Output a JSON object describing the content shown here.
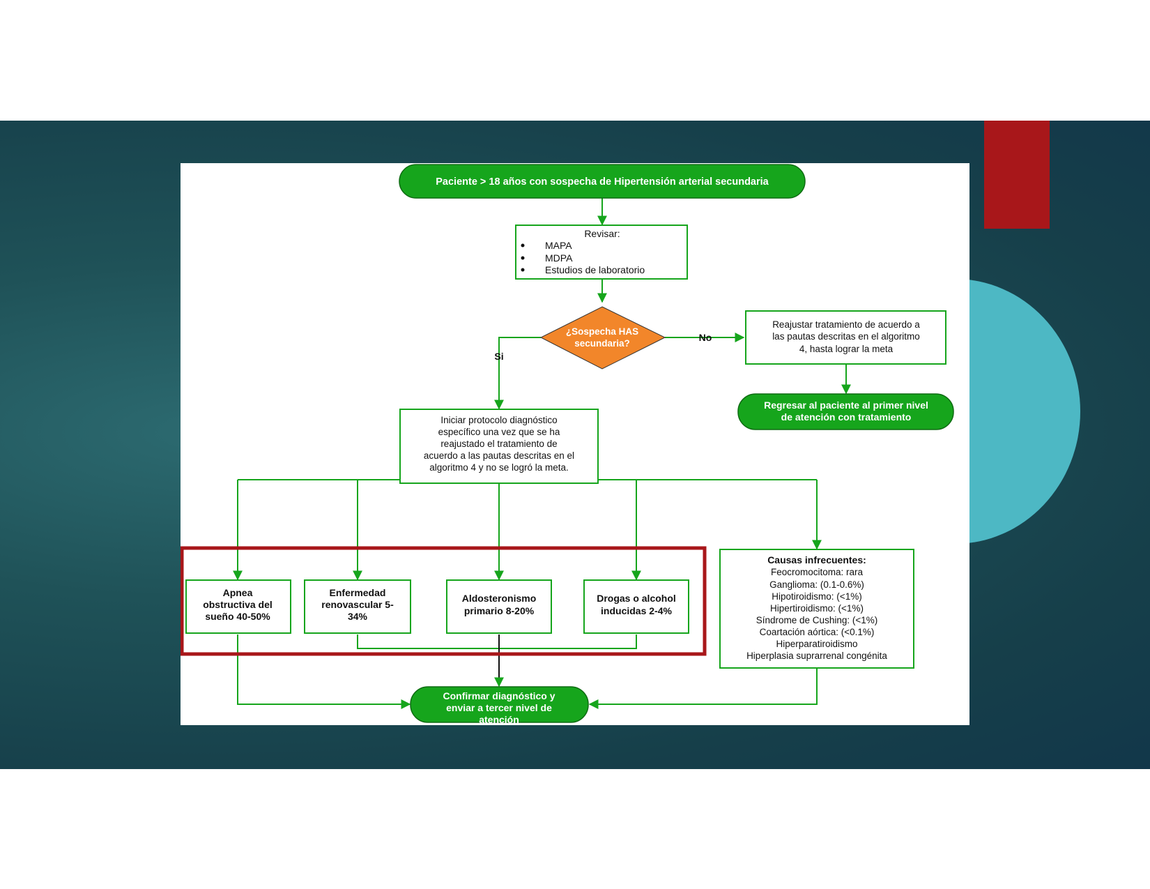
{
  "nodes": {
    "start": "Paciente > 18 años con sospecha de Hipertensión arterial secundaria",
    "review_title": "Revisar:",
    "review_items": [
      "MAPA",
      "MDPA",
      "Estudios de laboratorio"
    ],
    "decision": [
      "¿Sospecha HAS",
      "secundaria?"
    ],
    "no_label": "No",
    "si_label": "Si",
    "readjust": [
      "Reajustar tratamiento de acuerdo a",
      "las pautas descritas en el algoritmo",
      "4, hasta lograr la meta"
    ],
    "return_first_level": [
      "Regresar al paciente al primer nivel",
      "de atención con tratamiento"
    ],
    "protocol": [
      "Iniciar protocolo diagnóstico",
      "específico una vez que se ha",
      "reajustado el tratamiento de",
      "acuerdo a las pautas descritas en el",
      "algoritmo 4 y no se logró la meta."
    ],
    "apnea": [
      "Apnea",
      "obstructiva del",
      "sueño 40-50%"
    ],
    "renovascular": [
      "Enfermedad",
      "renovascular 5-",
      "34%"
    ],
    "aldosteronism": [
      "Aldosteronismo",
      "primario 8-20%"
    ],
    "drugs": [
      "Drogas o alcohol",
      "inducidas 2-4%"
    ],
    "rare_title": "Causas infrecuentes:",
    "rare_items": [
      "Feocromocitoma: rara",
      "Ganglioma: (0.1-0.6%)",
      "Hipotiroidismo: (<1%)",
      "Hipertiroidismo: (<1%)",
      "Síndrome de Cushing: (<1%)",
      "Coartación aórtica: (<0.1%)",
      "Hiperparatiroidismo",
      "Hiperplasia suprarrenal congénita"
    ],
    "confirm": [
      "Confirmar diagnóstico y",
      "enviar a tercer nivel de",
      "atención"
    ]
  },
  "colors": {
    "green_fill": "#16a51c",
    "green_stroke": "#0e8a14",
    "orange": "#f2862a",
    "highlight_red": "#a8171a",
    "slide_teal": "#4db8c4"
  }
}
